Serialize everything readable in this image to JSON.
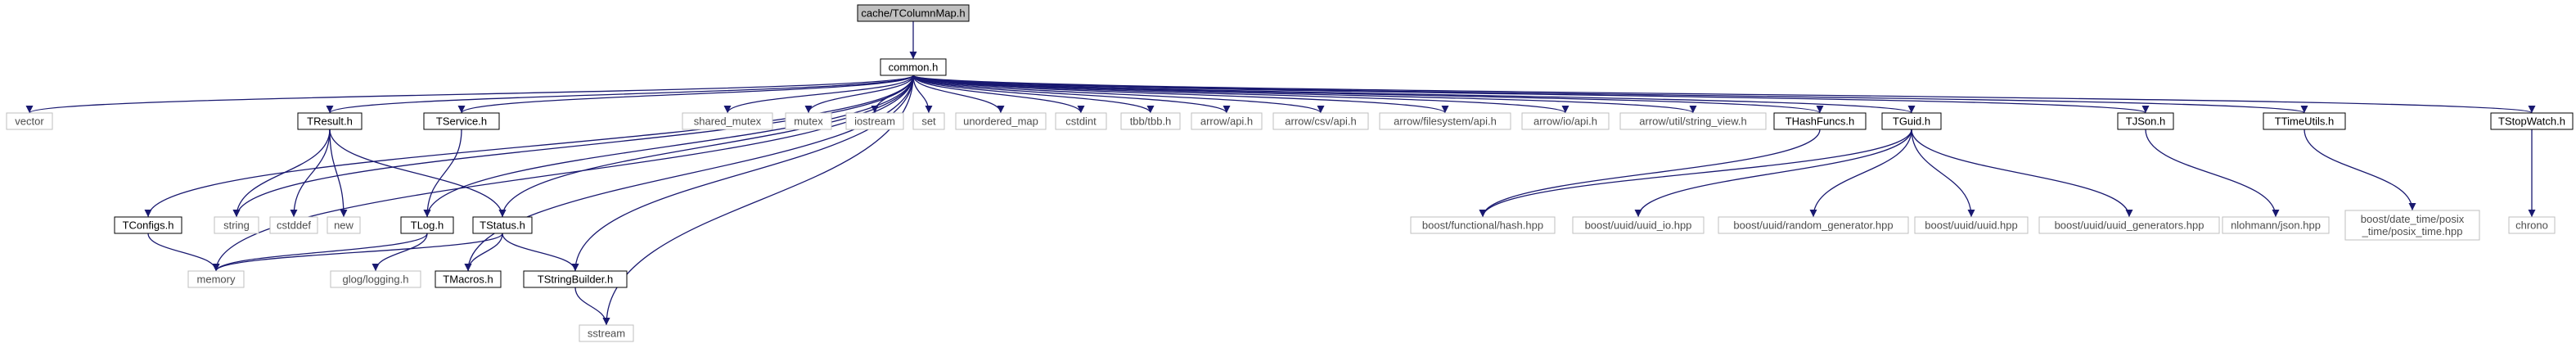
{
  "colors": {
    "edge": "#191970",
    "root_fill": "#bfbfbf",
    "project_fill": "#ffffff",
    "project_stroke": "#000000",
    "external_stroke": "#bfbfbf",
    "external_text": "#4d4d4d"
  },
  "nodes": [
    {
      "id": "root",
      "label": "cache/TColumnMap.h",
      "kind": "root"
    },
    {
      "id": "common",
      "label": "common.h",
      "kind": "project"
    },
    {
      "id": "vector",
      "label": "vector",
      "kind": "external"
    },
    {
      "id": "tconfigs",
      "label": "TConfigs.h",
      "kind": "project"
    },
    {
      "id": "string",
      "label": "string",
      "kind": "external"
    },
    {
      "id": "tresult",
      "label": "TResult.h",
      "kind": "project"
    },
    {
      "id": "cstddef",
      "label": "cstddef",
      "kind": "external"
    },
    {
      "id": "new",
      "label": "new",
      "kind": "external"
    },
    {
      "id": "tservice",
      "label": "TService.h",
      "kind": "project"
    },
    {
      "id": "tlog",
      "label": "TLog.h",
      "kind": "project"
    },
    {
      "id": "tstatus",
      "label": "TStatus.h",
      "kind": "project"
    },
    {
      "id": "memory",
      "label": "memory",
      "kind": "external"
    },
    {
      "id": "glog",
      "label": "glog/logging.h",
      "kind": "external"
    },
    {
      "id": "tmacros",
      "label": "TMacros.h",
      "kind": "project"
    },
    {
      "id": "tstringbuilder",
      "label": "TStringBuilder.h",
      "kind": "project"
    },
    {
      "id": "sstream",
      "label": "sstream",
      "kind": "external"
    },
    {
      "id": "shared_mutex",
      "label": "shared_mutex",
      "kind": "external"
    },
    {
      "id": "mutex",
      "label": "mutex",
      "kind": "external"
    },
    {
      "id": "iostream",
      "label": "iostream",
      "kind": "external"
    },
    {
      "id": "set",
      "label": "set",
      "kind": "external"
    },
    {
      "id": "unordered_map",
      "label": "unordered_map",
      "kind": "external"
    },
    {
      "id": "cstdint",
      "label": "cstdint",
      "kind": "external"
    },
    {
      "id": "tbb",
      "label": "tbb/tbb.h",
      "kind": "external"
    },
    {
      "id": "arrow_api",
      "label": "arrow/api.h",
      "kind": "external"
    },
    {
      "id": "arrow_csv",
      "label": "arrow/csv/api.h",
      "kind": "external"
    },
    {
      "id": "arrow_fs",
      "label": "arrow/filesystem/api.h",
      "kind": "external"
    },
    {
      "id": "arrow_io",
      "label": "arrow/io/api.h",
      "kind": "external"
    },
    {
      "id": "arrow_sv",
      "label": "arrow/util/string_view.h",
      "kind": "external"
    },
    {
      "id": "thashfuncs",
      "label": "THashFuncs.h",
      "kind": "project"
    },
    {
      "id": "tguid",
      "label": "TGuid.h",
      "kind": "project"
    },
    {
      "id": "tjson",
      "label": "TJSon.h",
      "kind": "project"
    },
    {
      "id": "ttimeutils",
      "label": "TTimeUtils.h",
      "kind": "project"
    },
    {
      "id": "tstopwatch",
      "label": "TStopWatch.h",
      "kind": "project"
    },
    {
      "id": "boost_hash",
      "label": "boost/functional/hash.hpp",
      "kind": "external"
    },
    {
      "id": "boost_uuid_io",
      "label": "boost/uuid/uuid_io.hpp",
      "kind": "external"
    },
    {
      "id": "boost_randgen",
      "label": "boost/uuid/random_generator.hpp",
      "kind": "external"
    },
    {
      "id": "boost_uuid",
      "label": "boost/uuid/uuid.hpp",
      "kind": "external"
    },
    {
      "id": "boost_uuidgen",
      "label": "boost/uuid/uuid_generators.hpp",
      "kind": "external"
    },
    {
      "id": "nlohmann",
      "label": "nlohmann/json.hpp",
      "kind": "external"
    },
    {
      "id": "boost_posix",
      "lines": [
        "boost/date_time/posix",
        "_time/posix_time.hpp"
      ],
      "kind": "external"
    },
    {
      "id": "chrono",
      "label": "chrono",
      "kind": "external"
    }
  ],
  "edges": [
    [
      "root",
      "common"
    ],
    [
      "common",
      "vector"
    ],
    [
      "common",
      "tconfigs"
    ],
    [
      "common",
      "string"
    ],
    [
      "common",
      "tresult"
    ],
    [
      "common",
      "tservice"
    ],
    [
      "common",
      "tlog"
    ],
    [
      "common",
      "tstatus"
    ],
    [
      "common",
      "memory"
    ],
    [
      "common",
      "tmacros"
    ],
    [
      "common",
      "tstringbuilder"
    ],
    [
      "common",
      "sstream"
    ],
    [
      "common",
      "shared_mutex"
    ],
    [
      "common",
      "mutex"
    ],
    [
      "common",
      "iostream"
    ],
    [
      "common",
      "set"
    ],
    [
      "common",
      "unordered_map"
    ],
    [
      "common",
      "cstdint"
    ],
    [
      "common",
      "tbb"
    ],
    [
      "common",
      "arrow_api"
    ],
    [
      "common",
      "arrow_csv"
    ],
    [
      "common",
      "arrow_fs"
    ],
    [
      "common",
      "arrow_io"
    ],
    [
      "common",
      "arrow_sv"
    ],
    [
      "common",
      "thashfuncs"
    ],
    [
      "common",
      "tguid"
    ],
    [
      "common",
      "tjson"
    ],
    [
      "common",
      "ttimeutils"
    ],
    [
      "common",
      "tstopwatch"
    ],
    [
      "tconfigs",
      "memory"
    ],
    [
      "tresult",
      "string"
    ],
    [
      "tresult",
      "cstddef"
    ],
    [
      "tresult",
      "new"
    ],
    [
      "tresult",
      "tstatus"
    ],
    [
      "tservice",
      "tlog"
    ],
    [
      "tlog",
      "memory"
    ],
    [
      "tlog",
      "glog"
    ],
    [
      "tstatus",
      "memory"
    ],
    [
      "tstatus",
      "tmacros"
    ],
    [
      "tstatus",
      "tstringbuilder"
    ],
    [
      "tstringbuilder",
      "sstream"
    ],
    [
      "thashfuncs",
      "boost_hash"
    ],
    [
      "tguid",
      "boost_hash"
    ],
    [
      "tguid",
      "boost_uuid_io"
    ],
    [
      "tguid",
      "boost_randgen"
    ],
    [
      "tguid",
      "boost_uuid"
    ],
    [
      "tguid",
      "boost_uuidgen"
    ],
    [
      "tjson",
      "nlohmann"
    ],
    [
      "ttimeutils",
      "boost_posix"
    ],
    [
      "tstopwatch",
      "chrono"
    ]
  ]
}
